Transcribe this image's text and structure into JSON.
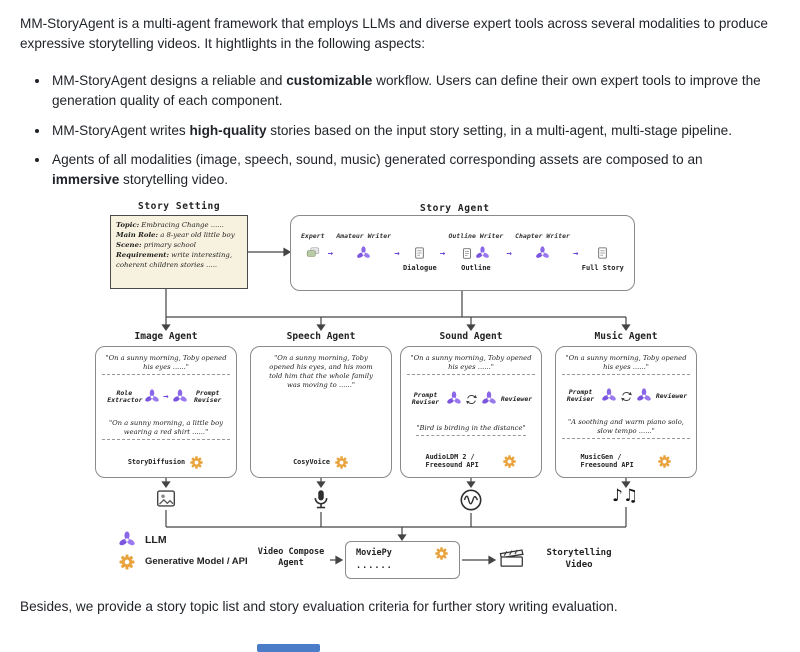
{
  "page": {
    "intro": "MM-StoryAgent is a multi-agent framework that employs LLMs and diverse expert tools across several modalities to produce expressive storytelling videos. It hightlights in the following aspects:",
    "bullets": [
      {
        "pre": "MM-StoryAgent designs a reliable and ",
        "bold": "customizable",
        "post": " workflow. Users can define their own expert tools to improve the generation quality of each component."
      },
      {
        "pre": "MM-StoryAgent writes ",
        "bold": "high-quality",
        "post": " stories based on the input story setting, in a multi-agent, multi-stage pipeline."
      },
      {
        "pre": "Agents of all modalities (image, speech, sound, music) generated corresponding assets are composed to an ",
        "bold": "immersive",
        "post": " storytelling video."
      }
    ],
    "outro": "Besides, we provide a story topic list and story evaluation criteria for further story writing evaluation."
  },
  "diagram": {
    "story_setting": {
      "title": "Story Setting",
      "lines": [
        {
          "k": "Topic:",
          "v": " Embracing Change ......"
        },
        {
          "k": "Main Role:",
          "v": " a 8-year old little boy"
        },
        {
          "k": "Scene:",
          "v": " primary school"
        },
        {
          "k": "Requirement:",
          "v": " write interesting, coherent children stories ....."
        }
      ]
    },
    "story_agent": {
      "title": "Story Agent",
      "expert": "Expert",
      "amateur_writer": "Amateur Writer",
      "outline_writer": "Outline Writer",
      "chapter_writer": "Chapter Writer",
      "dialogue": "Dialogue",
      "outline": "Outline",
      "full_story": "Full Story"
    },
    "agents": [
      {
        "title": "Image Agent",
        "quote_in": "\"On a sunny morning, Toby opened his eyes ......\"",
        "left_role": "Role Extractor",
        "right_role": "Prompt Reviser",
        "quote_out": "\"On a sunny morning, a little boy wearing a red shirt ......\"",
        "tool": "StoryDiffusion"
      },
      {
        "title": "Speech Agent",
        "quote_in": "\"On a sunny morning, Toby opened his eyes, and his mom told him that the whole family was moving to ......\"",
        "tool": "CosyVoice"
      },
      {
        "title": "Sound Agent",
        "quote_in": "\"On a sunny morning, Toby opened his eyes ......\"",
        "left_role": "Prompt Reviser",
        "right_role": "Reviewer",
        "quote_out": "\"Bird is birding in the distance\"",
        "tool": "AudioLDM 2 / Freesound API"
      },
      {
        "title": "Music Agent",
        "quote_in": "\"On a sunny morning, Toby opened his eyes ......\"",
        "left_role": "Prompt Reviser",
        "right_role": "Reviewer",
        "quote_out": "\"A soothing and warm piano solo, slow tempo ......\"",
        "tool": "MusicGen / Freesound API"
      }
    ],
    "legend": {
      "llm": "LLM",
      "generative": "Generative Model / API"
    },
    "compose": {
      "label": "Video Compose Agent",
      "tool": "MoviePy",
      "dots": "......",
      "output": "Storytelling Video"
    }
  }
}
